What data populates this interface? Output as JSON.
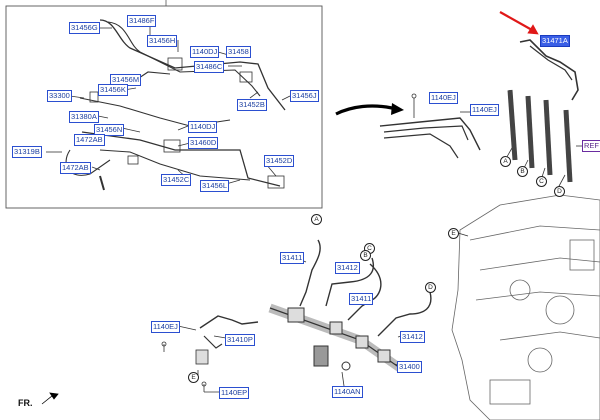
{
  "labels": {
    "l31456g": "31456G",
    "l31486f": "31486F",
    "l31456h": "31456H",
    "l1140dj": "1140DJ",
    "l31458": "31458",
    "l31486c": "31486C",
    "l31456m": "31456M",
    "l31456k": "31456K",
    "l33300": "33300",
    "l31452b": "31452B",
    "l31456j": "31456J",
    "l31380a": "31380A",
    "l31456n": "31456N",
    "l1140dj2": "1140DJ",
    "l31319b": "31319B",
    "l1472ab1": "1472AB",
    "l31460d": "31460D",
    "l1472ab2": "1472AB",
    "l31452d": "31452D",
    "l31452c": "31452C",
    "l31456l": "31456L",
    "l1140ej1": "1140EJ",
    "l1140ej2": "1140EJ",
    "l31471a": "31471A",
    "lref": "REF",
    "l31411a": "31411",
    "l31412a": "31412",
    "l31411b": "31411",
    "l31412b": "31412",
    "l1140ej3": "1140EJ",
    "l31410p": "31410P",
    "l31400": "31400",
    "l1140an": "1140AN",
    "l1140ep": "1140EP"
  },
  "callouts": {
    "a1": "A",
    "b1": "B",
    "c1": "C",
    "d1": "D",
    "e1": "E",
    "a2": "A",
    "c2": "C",
    "b2": "B",
    "d2": "D",
    "e2": "E"
  },
  "footer": {
    "direction": "FR."
  },
  "colors": {
    "label_border": "#2b4fd0",
    "highlight": "#3a5fe6",
    "arrow": "#e01818"
  }
}
